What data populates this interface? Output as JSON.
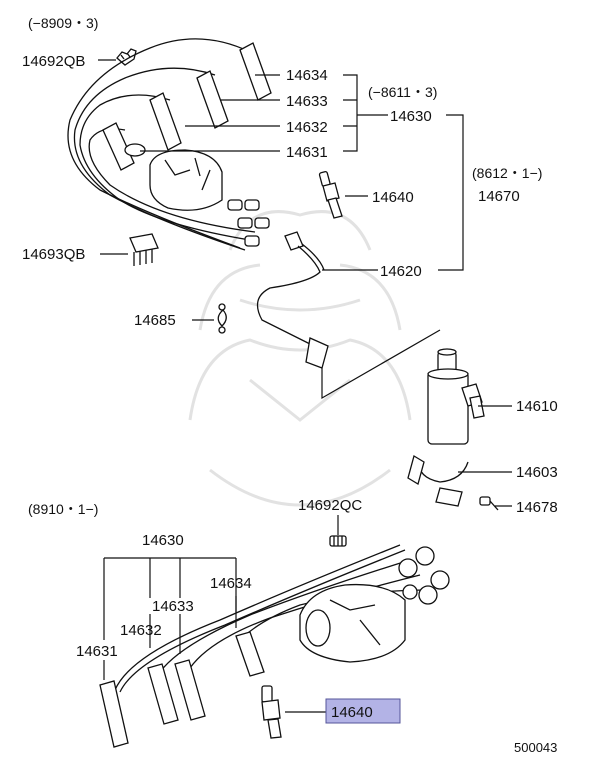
{
  "colors": {
    "highlight_fill": "#b3b3e6",
    "highlight_stroke": "#555599",
    "line": "#111111",
    "watermark": "#e2e2e2"
  },
  "date_ranges": {
    "top_set": "(−8909・3)",
    "wire_set_a": "(−8611・3)",
    "wire_set_b": "(8612・1−)",
    "bottom_set": "(8910・1−)"
  },
  "labels": {
    "p14692QB": "14692QB",
    "p14634_top": "14634",
    "p14633_top": "14633",
    "p14632_top": "14632",
    "p14631_top": "14631",
    "p14630_top": "14630",
    "p14670": "14670",
    "p14640_top": "14640",
    "p14693QB": "14693QB",
    "p14620": "14620",
    "p14685": "14685",
    "p14610": "14610",
    "p14603": "14603",
    "p14692QC": "14692QC",
    "p14678": "14678",
    "p14630_bottom": "14630",
    "p14634_bottom": "14634",
    "p14633_bottom": "14633",
    "p14632_bottom": "14632",
    "p14631_bottom": "14631",
    "p14640_bottom": "14640"
  },
  "diagram_code": "500043"
}
